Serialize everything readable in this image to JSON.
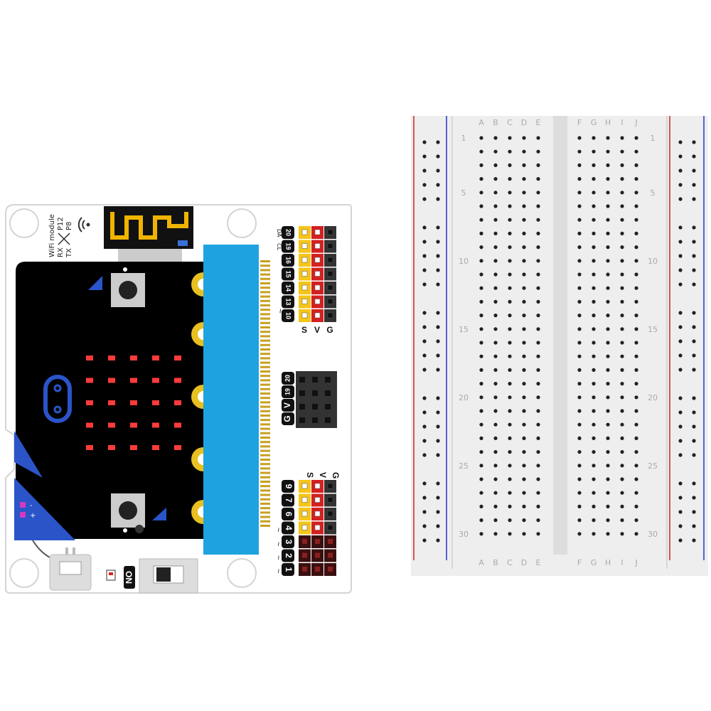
{
  "expansion_board": {
    "wifi_module": {
      "title": "WiFi module",
      "rx": "RX",
      "tx": "TX",
      "rx_pin": "P12",
      "tx_pin": "P8"
    },
    "header_top": {
      "pins": [
        "10",
        "13",
        "14",
        "15",
        "16",
        "19",
        "20"
      ],
      "tilde": "~",
      "cl": "CL",
      "da": "DA"
    },
    "row_labels": {
      "s": "S",
      "v": "V",
      "g": "G"
    },
    "iic_block": {
      "labels": [
        "G",
        "V",
        "19",
        "20"
      ]
    },
    "header_bottom": {
      "pins": [
        "1",
        "2",
        "3",
        "4",
        "6",
        "7",
        "9"
      ],
      "tilde": "~"
    },
    "battery_marks": {
      "minus": "-",
      "plus": "+"
    },
    "power_switch": {
      "label": "ON"
    },
    "colors": {
      "signal": "#f5c518",
      "vcc": "#d42020",
      "gnd": "#333333",
      "microbit": "#000000",
      "edge_connector": "#1fa3e0",
      "led": "#ff3b3b"
    }
  },
  "microbit": {
    "led_matrix": {
      "rows": 5,
      "cols": 5
    },
    "buttons": [
      "button-a",
      "button-b"
    ]
  },
  "breadboard": {
    "columns_left": [
      "A",
      "B",
      "C",
      "D",
      "E"
    ],
    "columns_right": [
      "F",
      "G",
      "H",
      "I",
      "J"
    ],
    "row_numbers": [
      "1",
      "5",
      "10",
      "15",
      "20",
      "25",
      "30"
    ],
    "row_count": 30,
    "colors": {
      "rail_positive": "#cc2222",
      "rail_negative": "#2233cc",
      "body": "#eeeeee",
      "hole": "#222222"
    }
  }
}
